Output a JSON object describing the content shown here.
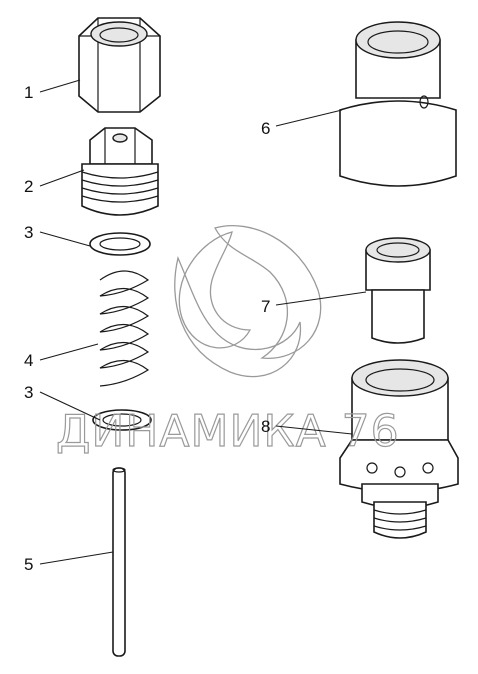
{
  "labels": {
    "l1": "1",
    "l2": "2",
    "l3a": "3",
    "l4": "4",
    "l3b": "3",
    "l5": "5",
    "l6": "6",
    "l7": "7",
    "l8": "8"
  },
  "watermark": {
    "text": "ДИНАМИКА 76",
    "color": "#9a9a9a"
  },
  "icons": [
    "hex-nut",
    "plug",
    "washer",
    "spring",
    "rod",
    "sleeve",
    "bushing",
    "valve-body",
    "logo-mark"
  ]
}
